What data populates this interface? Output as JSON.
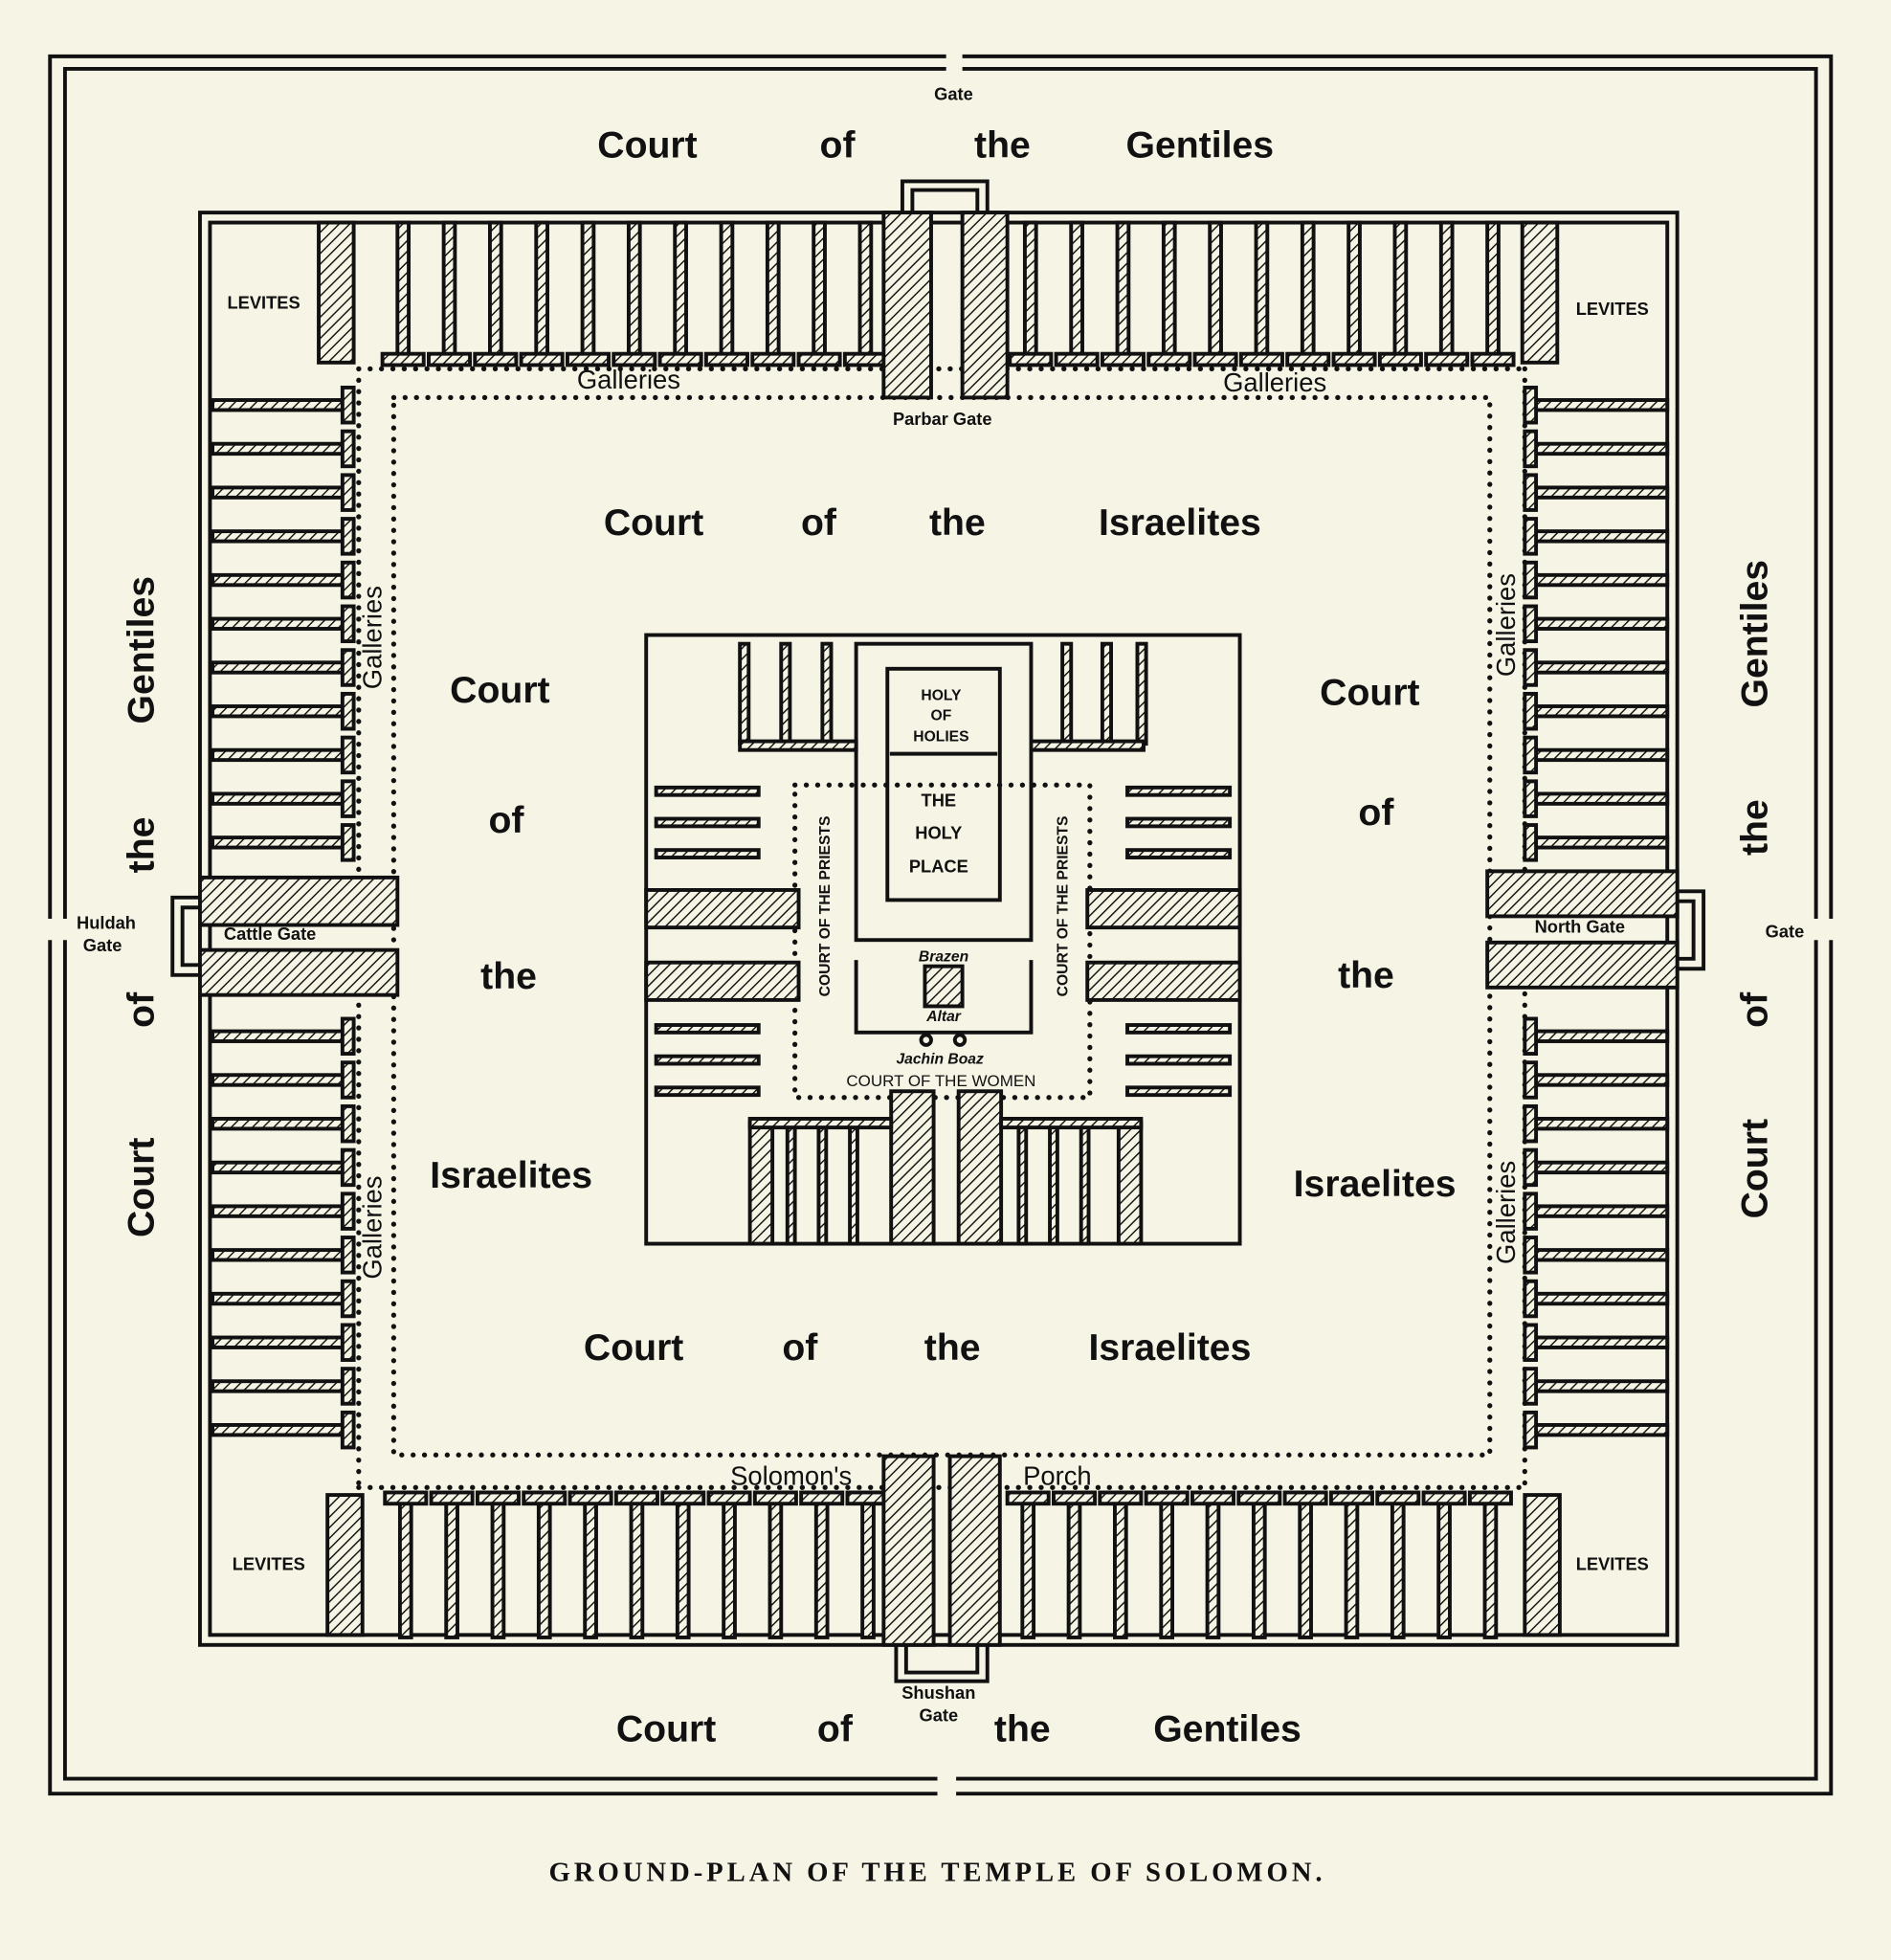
{
  "colors": {
    "paper": "#f6f4e4",
    "ink": "#111111"
  },
  "caption": "GROUND-PLAN OF THE TEMPLE OF SOLOMON.",
  "gentiles": {
    "top": [
      "Court",
      "of",
      "the",
      "Gentiles"
    ],
    "bottom": [
      "Court",
      "of",
      "the",
      "Gentiles"
    ],
    "left": [
      "Court",
      "of",
      "the",
      "Gentiles"
    ],
    "right": [
      "Court",
      "of",
      "the",
      "Gentiles"
    ]
  },
  "israelites": {
    "top": [
      "Court",
      "of",
      "the",
      "Israelites"
    ],
    "bottom": [
      "Court",
      "of",
      "the",
      "Israelites"
    ],
    "left": [
      "Court",
      "of",
      "the",
      "Israelites"
    ],
    "right": [
      "Court",
      "of",
      "the",
      "Israelites"
    ]
  },
  "gates": {
    "top": "Gate",
    "parbar": "Parbar Gate",
    "huldah": [
      "Huldah",
      "Gate"
    ],
    "cattle": "Cattle Gate",
    "north": "North Gate",
    "right": "Gate",
    "shushan": [
      "Shushan",
      "Gate"
    ]
  },
  "galleries": "Galleries",
  "solomons": "Solomon's",
  "porch": "Porch",
  "levites": "LEVITES",
  "temple": {
    "holy_of_holies": [
      "HOLY",
      "OF",
      "HOLIES"
    ],
    "holy_place": [
      "THE",
      "HOLY",
      "PLACE"
    ],
    "priests": "COURT OF THE PRIESTS",
    "brazen": "Brazen",
    "altar": "Altar",
    "jachin_boaz": "Jachin Boaz",
    "women": "COURT OF THE WOMEN"
  }
}
